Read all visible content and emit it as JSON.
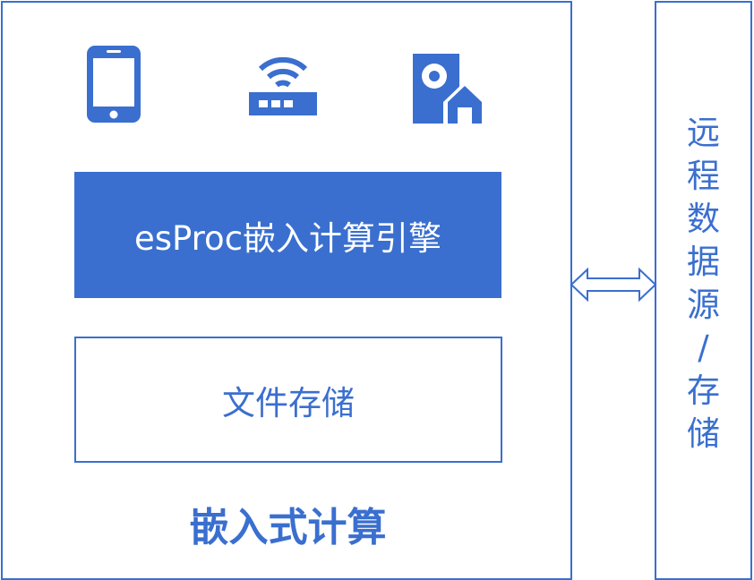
{
  "colors": {
    "primary": "#3a6fcf",
    "background": "#ffffff"
  },
  "embedded": {
    "icons": [
      "mobile-phone-icon",
      "wifi-router-icon",
      "smart-home-icon"
    ],
    "engine_label": "esProc嵌入计算引擎",
    "storage_label": "文件存储",
    "caption": "嵌入式计算"
  },
  "remote": {
    "label_chars": [
      "远",
      "程",
      "数",
      "据",
      "源",
      "/",
      "存",
      "储"
    ]
  },
  "connector": {
    "icon": "double-arrow-icon"
  }
}
